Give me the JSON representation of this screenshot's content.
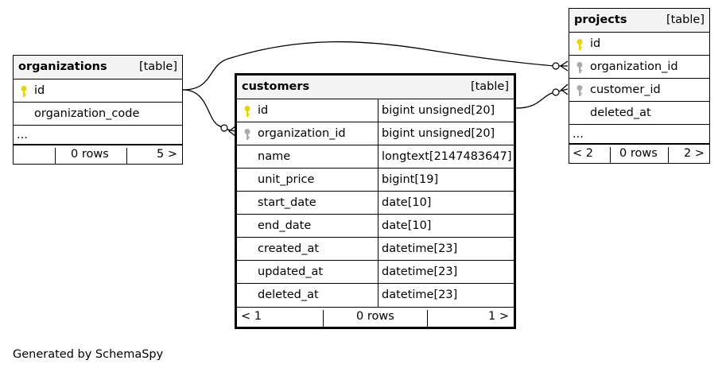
{
  "tables": {
    "organizations": {
      "name": "organizations",
      "kind": "[table]",
      "columns": [
        "id",
        "organization_code"
      ],
      "ellipsis": "...",
      "footer": {
        "left": "",
        "middle": "0 rows",
        "right": "5 >"
      }
    },
    "customers": {
      "name": "customers",
      "kind": "[table]",
      "columns": [
        {
          "name": "id",
          "type": "bigint unsigned[20]",
          "key": "primary"
        },
        {
          "name": "organization_id",
          "type": "bigint unsigned[20]",
          "key": "foreign"
        },
        {
          "name": "name",
          "type": "longtext[2147483647]",
          "key": ""
        },
        {
          "name": "unit_price",
          "type": "bigint[19]",
          "key": ""
        },
        {
          "name": "start_date",
          "type": "date[10]",
          "key": ""
        },
        {
          "name": "end_date",
          "type": "date[10]",
          "key": ""
        },
        {
          "name": "created_at",
          "type": "datetime[23]",
          "key": ""
        },
        {
          "name": "updated_at",
          "type": "datetime[23]",
          "key": ""
        },
        {
          "name": "deleted_at",
          "type": "datetime[23]",
          "key": ""
        }
      ],
      "footer": {
        "left": "< 1",
        "middle": "0 rows",
        "right": "1 >"
      }
    },
    "projects": {
      "name": "projects",
      "kind": "[table]",
      "columns": [
        "id",
        "organization_id",
        "customer_id",
        "deleted_at"
      ],
      "ellipsis": "...",
      "footer": {
        "left": "< 2",
        "middle": "0 rows",
        "right": "2 >"
      }
    }
  },
  "colors": {
    "primary_key": "#e8d400",
    "foreign_key": "#a9a9a9",
    "header_bg": "#f4f4f4"
  },
  "footer_note": "Generated by SchemaSpy"
}
